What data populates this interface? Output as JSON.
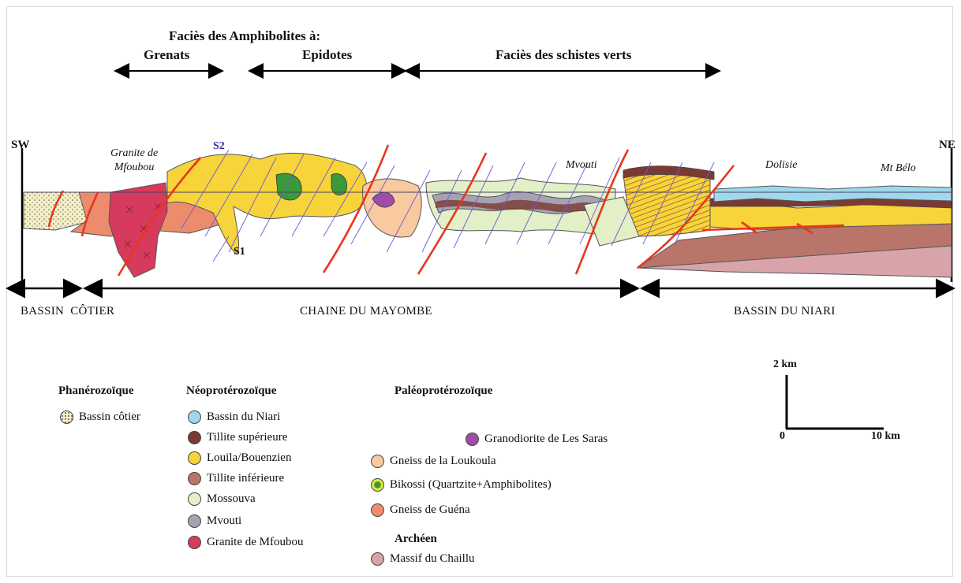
{
  "header": {
    "title": "Faciès des Amphibolites à:",
    "facies": [
      "Grenats",
      "Epidotes",
      "Faciès des schistes verts"
    ]
  },
  "section": {
    "end_left": "SW",
    "end_right": "NE",
    "labels": {
      "granite": "Granite de\nMfoubou",
      "s2": "S2",
      "s1": "S1",
      "mvouti": "Mvouti",
      "dolisie": "Dolisie",
      "mt_belo": "Mt Bélo"
    },
    "domains": [
      "BASSIN  CÔTIER",
      "CHAINE DU MAYOMBE",
      "BASSIN DU NIARI"
    ]
  },
  "scale": {
    "vertical": "2 km",
    "origin": "0",
    "horizontal": "10 km"
  },
  "legend": {
    "groups": {
      "phanero": "Phanérozoïque",
      "neo": "Néoprotérozoïque",
      "paleo": "Paléoprotérozoïque",
      "archeen": "Archéen"
    },
    "items": {
      "bassin_cotier": "Bassin côtier",
      "bassin_niari": "Bassin du Niari",
      "tillite_sup": "Tillite supérieure",
      "louila": "Louila/Bouenzien",
      "tillite_inf": "Tillite inférieure",
      "mossouva": "Mossouva",
      "mvouti": "Mvouti",
      "granite_mfoubou": "Granite de Mfoubou",
      "granodiorite": "Granodiorite de Les Saras",
      "gneiss_loukoula": "Gneiss de la Loukoula",
      "bikossi": "Bikossi (Quartzite+Amphibolites)",
      "gneiss_guena": "Gneiss de Guéna",
      "chaillu": "Massif du Chaillu"
    },
    "colors": {
      "bassin_cotier": "#f6efc6",
      "bassin_niari": "#9fd8ec",
      "tillite_sup": "#7a3a32",
      "louila": "#f7d43a",
      "tillite_inf": "#b9756a",
      "mossouva": "#e3efc6",
      "mvouti": "#a6a2b4",
      "granite_mfoubou": "#d63a5c",
      "granodiorite": "#a04ca8",
      "gneiss_loukoula": "#f9c9a0",
      "bikossi_outer": "#e8e83a",
      "bikossi_inner": "#3a9a3a",
      "gneiss_guena": "#ec8c6c",
      "chaillu": "#d8a4aa",
      "fault": "#e8361e",
      "schistosity": "#6a5ad8"
    }
  }
}
